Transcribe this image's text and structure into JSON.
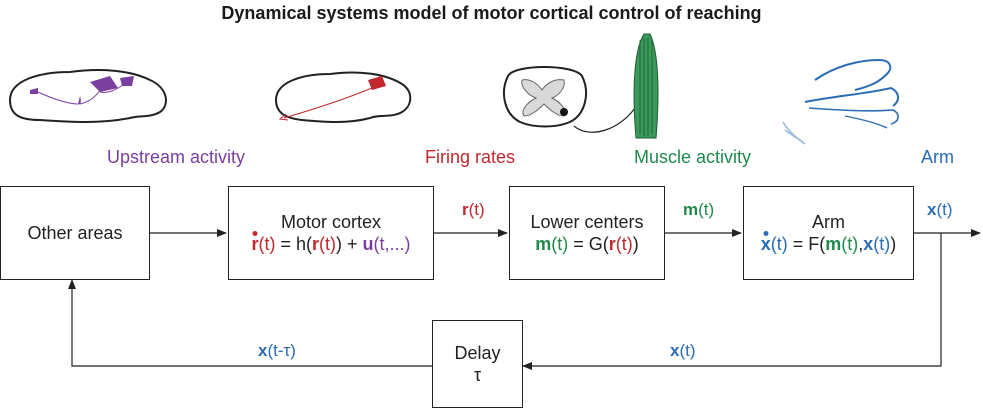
{
  "title": "Dynamical systems model of motor cortical control of reaching",
  "colors": {
    "upstream": "#7b3fa0",
    "firing": "#c0282d",
    "muscle": "#1f8a4c",
    "arm": "#2a6db5",
    "dark": "#222222"
  },
  "stages": {
    "upstream": "Upstream activity",
    "firing": "Firing rates",
    "muscle": "Muscle activity",
    "arm": "Arm"
  },
  "boxes": {
    "other": "Other areas",
    "motor_title": "Motor cortex",
    "lower_title": "Lower centers",
    "arm_title": "Arm",
    "delay_title": "Delay",
    "delay_sym": "τ"
  },
  "eq": {
    "r": "r",
    "m": "m",
    "x": "x",
    "u": "u",
    "t": "(t)",
    "eq_h": " = h(",
    "eq_u_tail": "(t,...)",
    "eq_G": " = G(",
    "eq_F": " = F(",
    "close": ")",
    "close2": "))",
    "plus": ") + ",
    "comma": ",",
    "x_delay": "(t-τ)"
  },
  "signals": {
    "r": "r",
    "m": "m",
    "x": "x",
    "t": "(t)"
  }
}
